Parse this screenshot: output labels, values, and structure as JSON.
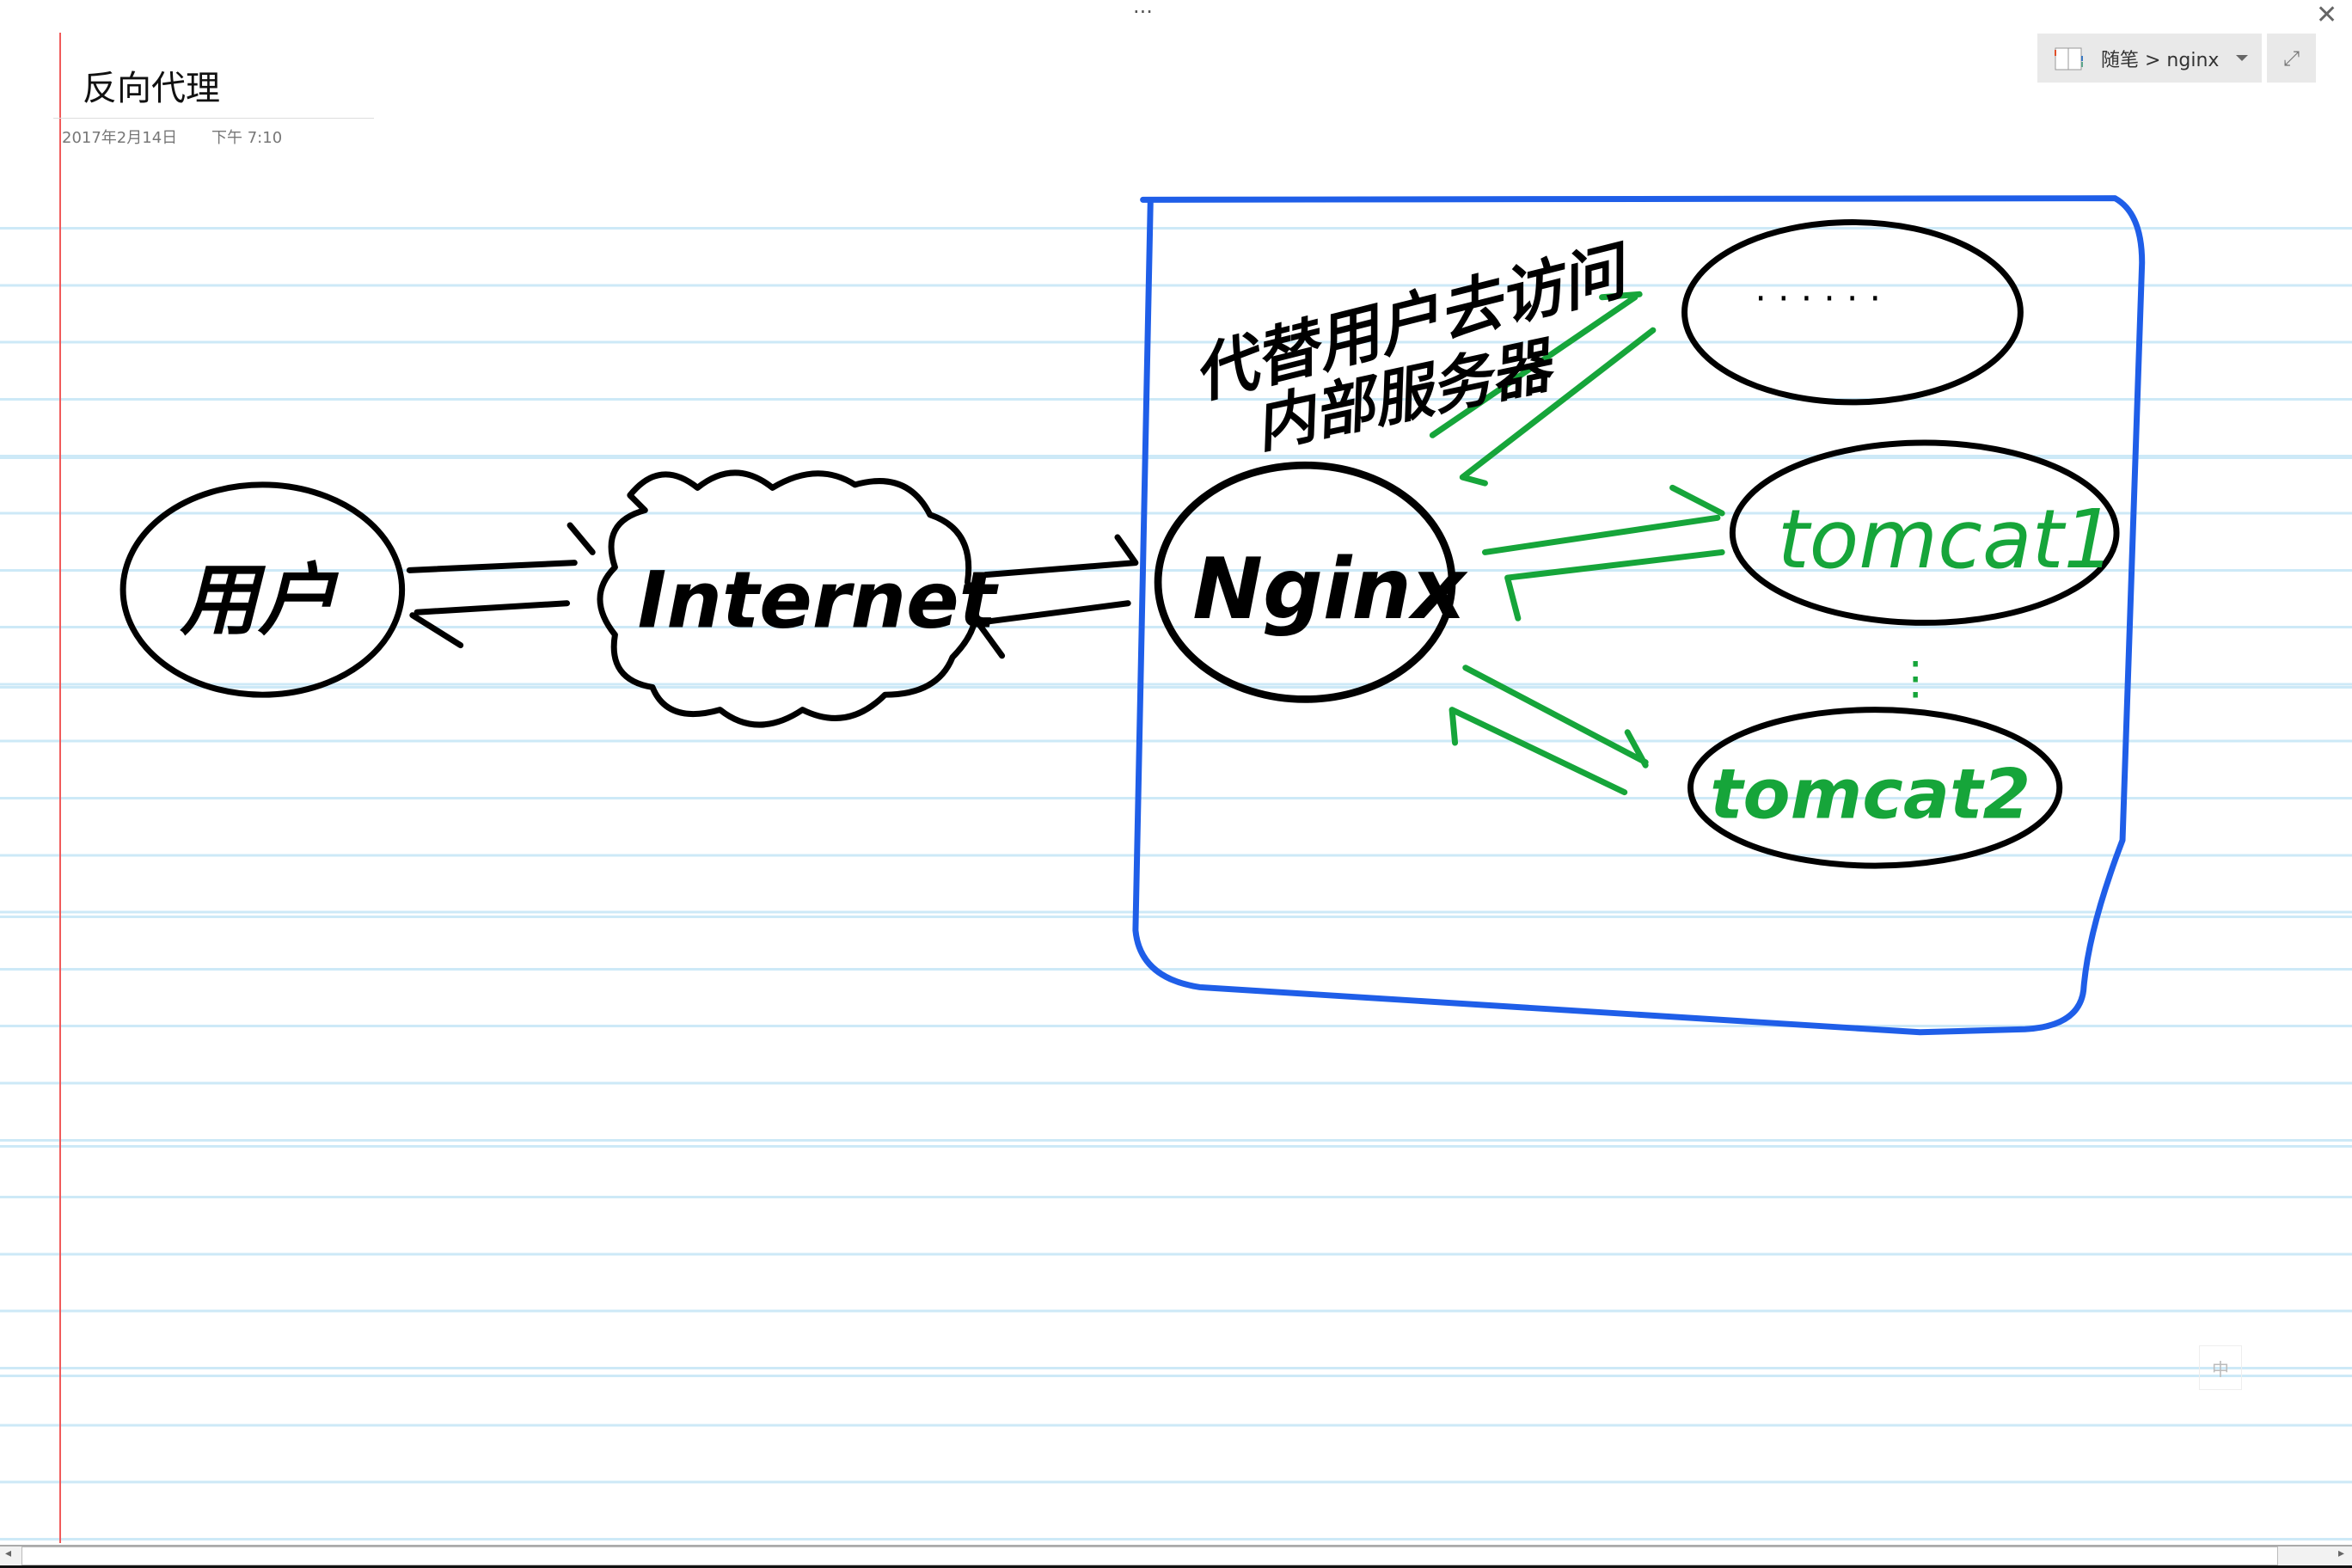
{
  "window": {
    "more_label": "···",
    "close_icon": "close-icon"
  },
  "page": {
    "title": "反向代理",
    "date": "2017年2月14日",
    "time": "下午 7:10"
  },
  "notebook": {
    "path": "随笔 > nginx",
    "icon": "notebook-icon",
    "expand_icon": "expand-icon"
  },
  "ime_indicator": "中",
  "ink": {
    "colors": {
      "black": "#000000",
      "blue": "#1f5ee8",
      "green": "#16a53a"
    },
    "user": "用户",
    "internet": "Internet",
    "nginx": "Nginx",
    "note_line1": "代替用户去访问",
    "note_line2": "内部服务器",
    "more_servers": "· · · · · ·",
    "tomcat1": "tomcat1",
    "tomcat2": "tomcat2",
    "vertical_dots": "⋮"
  }
}
